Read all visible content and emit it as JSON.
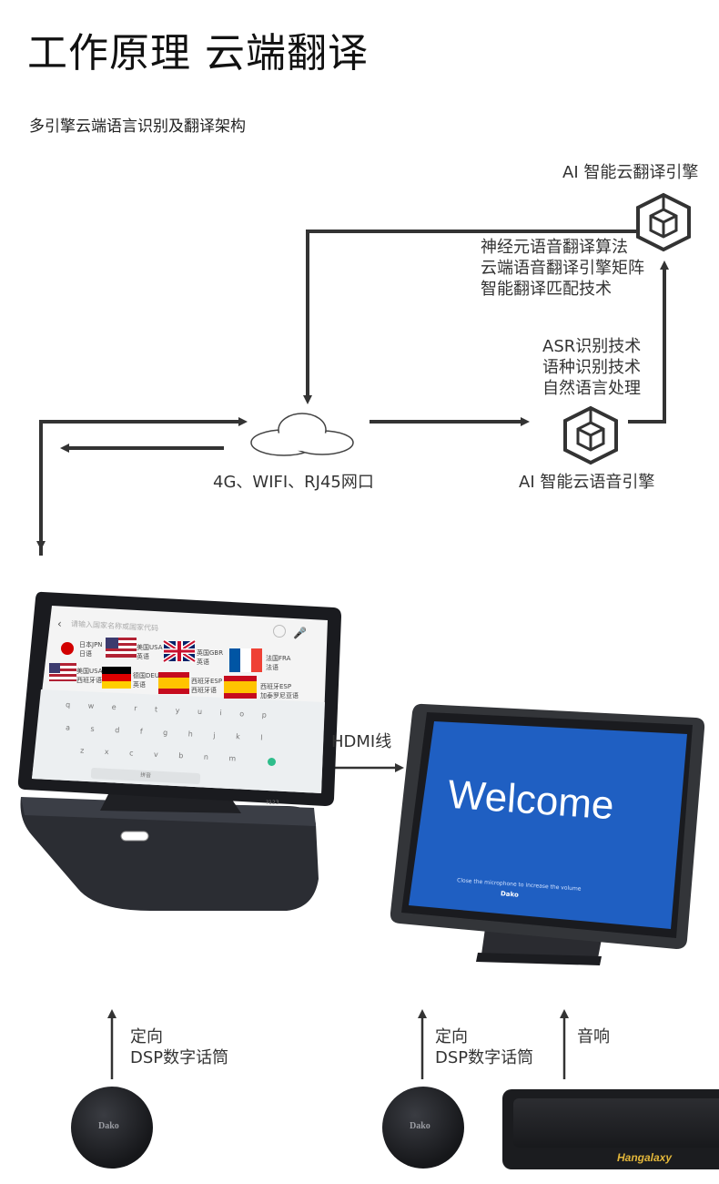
{
  "header": {
    "title": "工作原理 云端翻译",
    "subtitle": "多引擎云端语言识别及翻译架构"
  },
  "nodes": {
    "ai_translate_engine": {
      "label": "AI 智能云翻译引擎",
      "icon": "cube-icon"
    },
    "translate_features": [
      "神经元语音翻译算法",
      "云端语音翻译引擎矩阵",
      "智能翻译匹配技术"
    ],
    "asr_features": [
      "ASR识别技术",
      "语种识别技术",
      "自然语言处理"
    ],
    "ai_voice_engine": {
      "label": "AI 智能云语音引擎",
      "icon": "cube-icon"
    },
    "cloud": {
      "label": "4G、WIFI、RJ45网口",
      "icon": "cloud-icon"
    },
    "hdmi": {
      "label": "HDMI线"
    },
    "mic_left": {
      "lines": [
        "定向",
        "DSP数字话筒"
      ],
      "brand": "Dako"
    },
    "mic_right": {
      "lines": [
        "定向",
        "DSP数字话筒"
      ],
      "brand": "Dako"
    },
    "speaker": {
      "label": "音响",
      "brand": "Hangalaxy"
    }
  },
  "left_screen": {
    "search_placeholder": "请输入国家名称或国家代码",
    "languages": [
      {
        "code": "日本JPN",
        "name": "日语"
      },
      {
        "code": "美国USA",
        "name": "英语"
      },
      {
        "code": "英国GBR",
        "name": "英语"
      },
      {
        "code": "法国FRA",
        "name": "法语"
      },
      {
        "code": "美国USA",
        "name": "西班牙语"
      },
      {
        "code": "德国DEU",
        "name": "英语"
      },
      {
        "code": "西班牙ESP",
        "name": "西班牙语"
      },
      {
        "code": "西班牙ESP",
        "name": "加泰罗尼亚语"
      }
    ],
    "keyboard_rows": [
      [
        "q",
        "w",
        "e",
        "r",
        "t",
        "y",
        "u",
        "i",
        "o",
        "p"
      ],
      [
        "a",
        "s",
        "d",
        "f",
        "g",
        "h",
        "j",
        "k",
        "l"
      ],
      [
        "z",
        "x",
        "c",
        "v",
        "b",
        "n",
        "m"
      ]
    ],
    "space_label": "拼音",
    "num_key": "?123"
  },
  "right_screen": {
    "welcome": "Welcome",
    "hint": "Close the microphone to increase the volume",
    "brand": "Dako"
  },
  "colors": {
    "arrow": "#333333",
    "screen_blue": "#1f5fc2",
    "device_dark": "#2b2d33"
  }
}
